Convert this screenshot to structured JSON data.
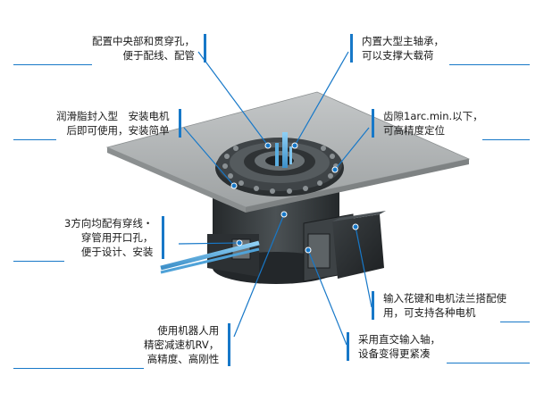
{
  "callouts": {
    "center_wiring": [
      "配置中央部和贯穿孔，",
      "便于配线、配管"
    ],
    "large_bearing": [
      "内置大型主轴承，",
      "可以支撑大载荷"
    ],
    "grease_sealed": [
      "润滑脂封入型　安装电机",
      "后即可使用，安装简单"
    ],
    "backlash": [
      "齿隙1arc.min.以下，",
      "可高精度定位"
    ],
    "through_holes": [
      "3方向均配有穿线・",
      "穿管用开口孔，",
      "便于设计、安装"
    ],
    "spline_input": [
      "输入花键和电机法兰搭配使",
      "用，可支持各种电机"
    ],
    "robot_rv": [
      "使用机器人用",
      "精密减速机RV，",
      "高精度、高刚性"
    ],
    "right_angle": [
      "采用直交输入轴，",
      "设备变得更紧凑"
    ]
  },
  "colors": {
    "accent": "#1778c8",
    "plate": "#a9adae",
    "body_dark": "#2f3335",
    "body_mid": "#4a4f52",
    "cable_blue": "#5aaee0"
  },
  "icons": [
    "rotary-table-illustration",
    "leader-dot"
  ]
}
